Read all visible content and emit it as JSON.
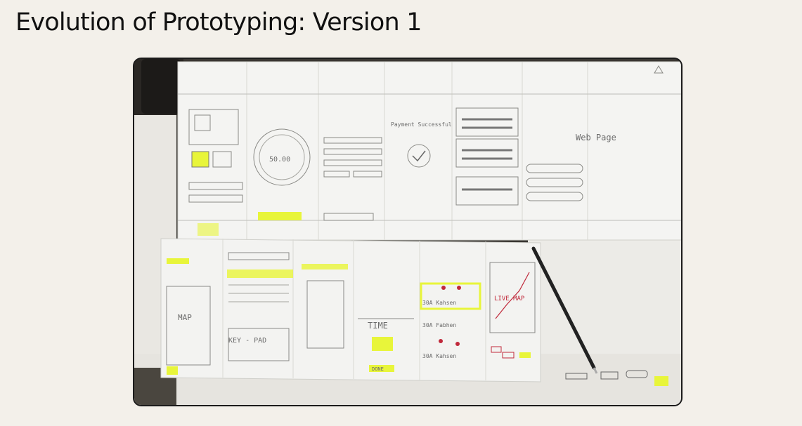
{
  "slide": {
    "title": "Evolution of Prototyping: Version 1"
  },
  "photo": {
    "sketch_labels": {
      "amount": "50.00",
      "payment": "Payment Successful",
      "web_page": "Web Page",
      "map": "MAP",
      "time": "TIME",
      "live_map": "LIVE MAP",
      "keypad": "KEY - PAD",
      "kahsen_1": "30A Kahsen",
      "kahsen_2": "30A Fabhen",
      "kahsen_3": "30A Kahsen",
      "done": "DONE"
    },
    "colors": {
      "highlighter": "#e8f53a",
      "pen_red": "#c0283a",
      "paper": "#f4f4f2",
      "desk": "#3a3733"
    }
  }
}
